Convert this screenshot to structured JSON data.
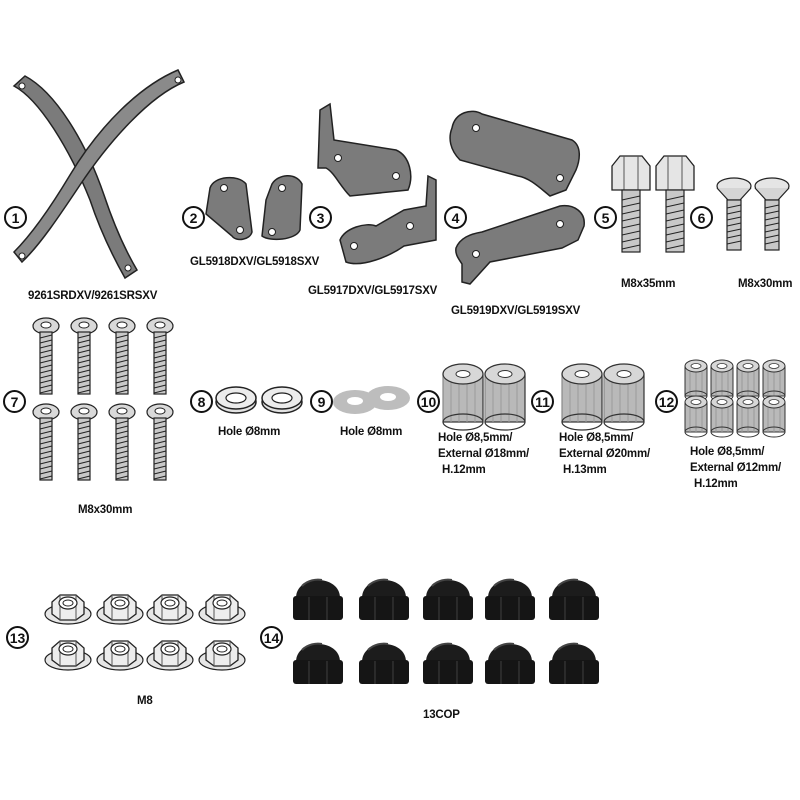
{
  "items": [
    {
      "number": "1",
      "caption": "9261SRDXV/9261SRSXV",
      "icon": "crossed-tube-stays-icon"
    },
    {
      "number": "2",
      "caption": "",
      "icon": "small-bracket-icon"
    },
    {
      "number": "3",
      "caption": "GL5918DXV/GL5918SXV",
      "icon": "small-bracket-icon"
    },
    {
      "number": "",
      "caption": "GL5917DXV/GL5917SXV",
      "icon": "offset-bracket-icon"
    },
    {
      "number": "4",
      "caption": "GL5919DXV/GL5919SXV",
      "icon": "long-plate-bracket-icon"
    },
    {
      "number": "5",
      "caption": "M8x35mm",
      "icon": "hex-bolt-icon"
    },
    {
      "number": "6",
      "caption": "M8x30mm",
      "icon": "countersunk-screw-icon"
    },
    {
      "number": "7",
      "caption": "M8x30mm",
      "icon": "button-head-screw-icon"
    },
    {
      "number": "8",
      "caption": "Hole Ø8mm",
      "icon": "spring-washer-icon"
    },
    {
      "number": "9",
      "caption": "Hole Ø8mm",
      "icon": "flat-washer-icon"
    },
    {
      "number": "10",
      "caption_lines": [
        "Hole Ø8,5mm/",
        "External Ø18mm/",
        "H.12mm"
      ],
      "icon": "spacer-icon"
    },
    {
      "number": "11",
      "caption_lines": [
        "Hole Ø8,5mm/",
        "External Ø20mm/",
        "H.13mm"
      ],
      "icon": "spacer-icon"
    },
    {
      "number": "12",
      "caption_lines": [
        "Hole Ø8,5mm/",
        "External Ø12mm/",
        "H.12mm"
      ],
      "icon": "spacer-icon"
    },
    {
      "number": "13",
      "caption": "M8",
      "icon": "flange-nut-icon"
    },
    {
      "number": "14",
      "caption": "13COP",
      "icon": "cap-nut-icon"
    }
  ],
  "colors": {
    "part_fill": "#7b7b7b",
    "part_light": "#bdbdbd",
    "ink": "#111111",
    "cap_black": "#1a1a1a"
  }
}
